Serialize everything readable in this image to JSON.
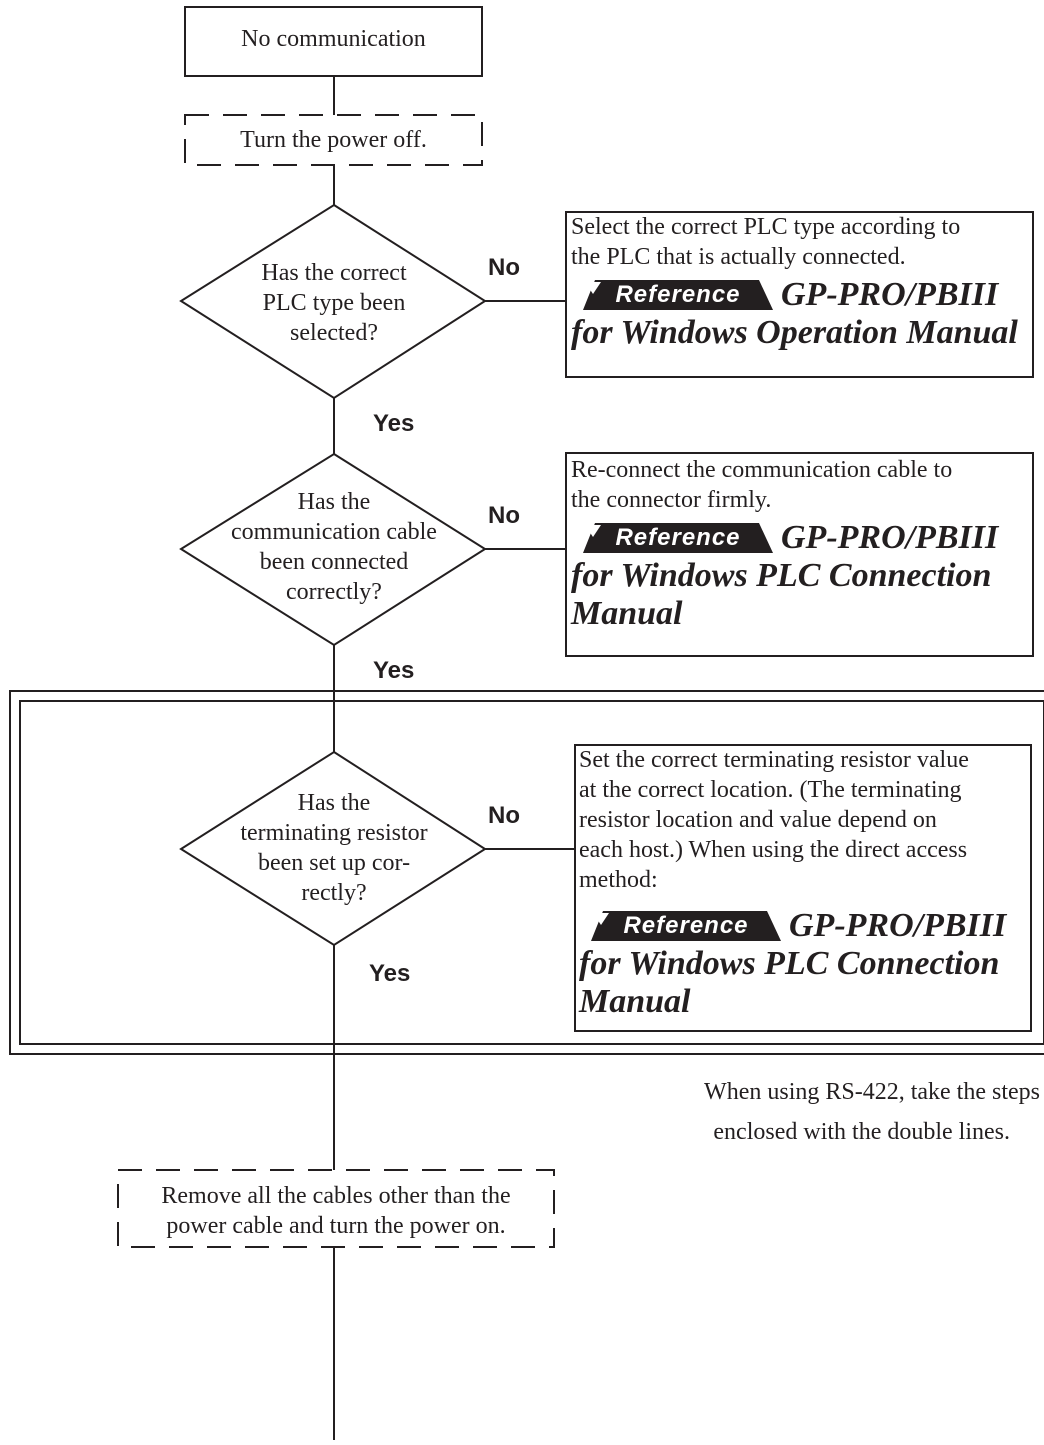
{
  "start": {
    "label": "No communication"
  },
  "step_power_off": {
    "label": "Turn the power off."
  },
  "decision_plc_type": {
    "lines": [
      "Has the correct",
      "PLC type been",
      "selected?"
    ],
    "no_label": "No",
    "yes_label": "Yes",
    "action": {
      "lines": [
        "Select the correct PLC type according to",
        "the PLC that is actually connected."
      ],
      "ref_badge": "Reference",
      "ref_title_lines": [
        "GP-PRO/PBIII",
        "for Windows Operation Manual"
      ]
    }
  },
  "decision_cable": {
    "lines": [
      "Has the",
      "communication cable",
      "been connected",
      "correctly?"
    ],
    "no_label": "No",
    "yes_label": "Yes",
    "action": {
      "lines": [
        "Re-connect the communication cable to",
        "the connector firmly."
      ],
      "ref_badge": "Reference",
      "ref_title_lines": [
        "GP-PRO/PBIII",
        "for Windows PLC Connection",
        "Manual"
      ]
    }
  },
  "decision_resistor": {
    "lines": [
      "Has the",
      "terminating resistor",
      "been set up cor-",
      "rectly?"
    ],
    "no_label": "No",
    "yes_label": "Yes",
    "action": {
      "lines": [
        "Set the correct terminating resistor value",
        "at the correct location. (The terminating",
        "resistor location and value depend on",
        "each host.) When using the direct access",
        "method:"
      ],
      "ref_badge": "Reference",
      "ref_title_lines": [
        "GP-PRO/PBIII",
        "for Windows PLC Connection",
        "Manual"
      ]
    }
  },
  "note_rs422": {
    "lines": [
      "When using RS-422, take the steps",
      "enclosed with the double lines."
    ]
  },
  "step_remove_cables": {
    "lines": [
      "Remove all the cables other than the",
      "power cable and turn the power on."
    ]
  }
}
